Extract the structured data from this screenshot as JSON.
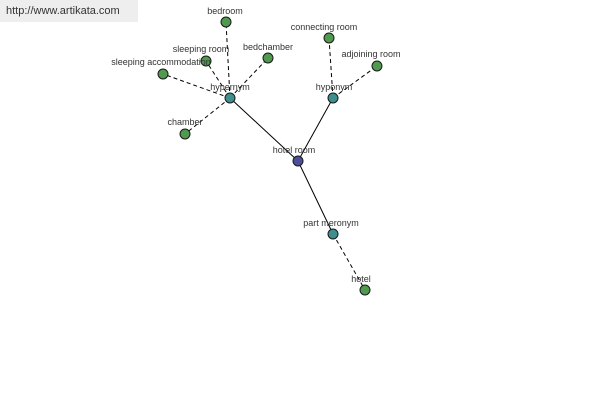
{
  "watermark": {
    "url": "http://www.artikata.com"
  },
  "colors": {
    "center": "#4d4d99",
    "relation": "#3f8f8f",
    "leaf": "#4f9a4f",
    "edge": "#000000",
    "text": "#333333"
  },
  "graph": {
    "nodes": [
      {
        "id": "hotel-room",
        "label": "hotel room",
        "kind": "center"
      },
      {
        "id": "hypernym",
        "label": "hypernym",
        "kind": "relation"
      },
      {
        "id": "hyponym",
        "label": "hyponym",
        "kind": "relation"
      },
      {
        "id": "part-meronym",
        "label": "part meronym",
        "kind": "relation"
      },
      {
        "id": "bedroom",
        "label": "bedroom",
        "kind": "leaf"
      },
      {
        "id": "sleeping-room",
        "label": "sleeping room",
        "kind": "leaf"
      },
      {
        "id": "bedchamber",
        "label": "bedchamber",
        "kind": "leaf"
      },
      {
        "id": "sleeping-accommodation",
        "label": "sleeping accommodation",
        "kind": "leaf"
      },
      {
        "id": "chamber",
        "label": "chamber",
        "kind": "leaf"
      },
      {
        "id": "connecting-room",
        "label": "connecting room",
        "kind": "leaf"
      },
      {
        "id": "adjoining-room",
        "label": "adjoining room",
        "kind": "leaf"
      },
      {
        "id": "hotel",
        "label": "hotel",
        "kind": "leaf"
      }
    ],
    "edges": [
      {
        "from": "hotel-room",
        "to": "hypernym",
        "style": "solid"
      },
      {
        "from": "hotel-room",
        "to": "hyponym",
        "style": "solid"
      },
      {
        "from": "hotel-room",
        "to": "part-meronym",
        "style": "solid"
      },
      {
        "from": "hypernym",
        "to": "bedroom",
        "style": "dashed"
      },
      {
        "from": "hypernym",
        "to": "sleeping-room",
        "style": "dashed"
      },
      {
        "from": "hypernym",
        "to": "bedchamber",
        "style": "dashed"
      },
      {
        "from": "hypernym",
        "to": "sleeping-accommodation",
        "style": "dashed"
      },
      {
        "from": "hypernym",
        "to": "chamber",
        "style": "dashed"
      },
      {
        "from": "hyponym",
        "to": "connecting-room",
        "style": "dashed"
      },
      {
        "from": "hyponym",
        "to": "adjoining-room",
        "style": "dashed"
      },
      {
        "from": "part-meronym",
        "to": "hotel",
        "style": "dashed"
      }
    ]
  }
}
